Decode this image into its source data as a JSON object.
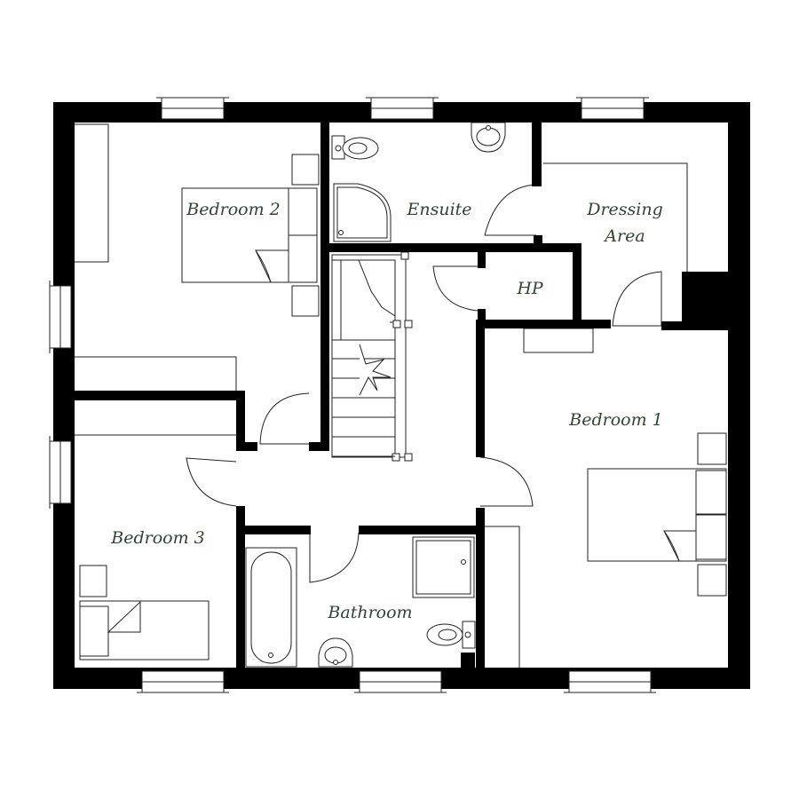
{
  "plan": {
    "rooms": {
      "bedroom_2": "Bedroom 2",
      "ensuite": "Ensuite",
      "dressing_line1": "Dressing",
      "dressing_line2": "Area",
      "hp": "HP",
      "bedroom_1": "Bedroom 1",
      "bedroom_3": "Bedroom 3",
      "bathroom": "Bathroom"
    },
    "colors": {
      "wall": "#000000",
      "label": "#2e4632",
      "line": "#222222",
      "background": "#ffffff"
    }
  }
}
